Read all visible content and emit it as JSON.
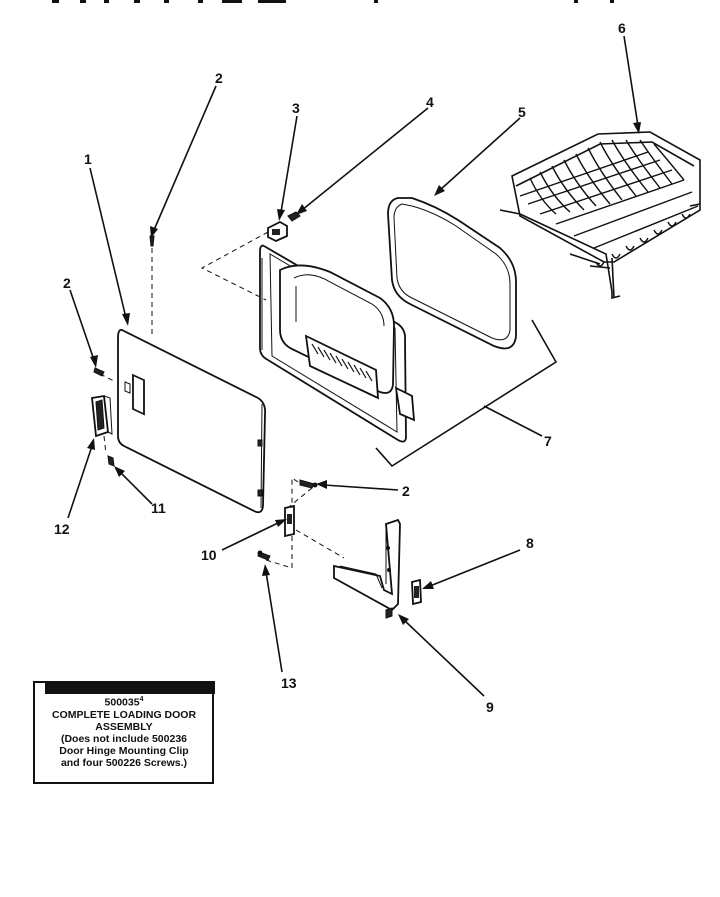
{
  "callouts": {
    "c1": "1",
    "c2a": "2",
    "c2b": "2",
    "c2c": "2",
    "c3": "3",
    "c4": "4",
    "c5": "5",
    "c6": "6",
    "c7": "7",
    "c8": "8",
    "c9": "9",
    "c10": "10",
    "c11": "11",
    "c12": "12",
    "c13": "13"
  },
  "note": {
    "part_number": "500035",
    "superscript": "4",
    "line1": "COMPLETE LOADING DOOR",
    "line2": "ASSEMBLY",
    "line3": "(Does not include 500236",
    "line4": "Door Hinge Mounting Clip",
    "line5": "and four 500226 Screws.)"
  }
}
